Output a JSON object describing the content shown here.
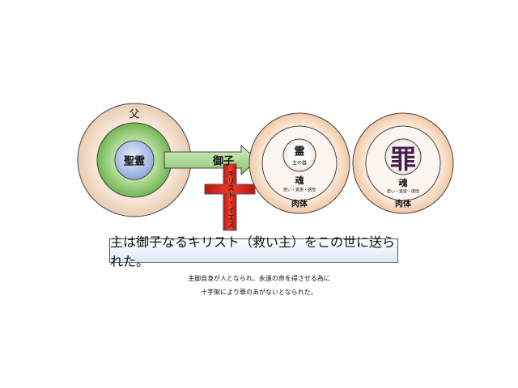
{
  "left": {
    "outer_label": "父",
    "center_label": "聖霊",
    "arrow_label": "御子",
    "cross_label": "キリスト・イエス"
  },
  "middle": {
    "spirit_label": "霊",
    "spirit_sub": "主の器",
    "soul_label": "魂",
    "soul_sub": "思い・意思・感情",
    "body_label": "肉体"
  },
  "right": {
    "sin_label": "罪",
    "soul_label": "魂",
    "soul_sub": "思い・意思・感情",
    "body_label": "肉体"
  },
  "banner": "主は御子なるキリスト（救い主）をこの世に送られた。",
  "caption_line1": "主御自身が人となられ、永遠の命を得させる為に",
  "caption_line2": "十字架により罪のあがないとなられた。",
  "colors": {
    "ring_outer": "#efd8c4",
    "ring_middle": "#8cc86c",
    "holy_spirit": "#a9bde6",
    "arrow": "#8cc86c",
    "cross": "#e42a1c",
    "sin_text": "#4a1f4e"
  }
}
